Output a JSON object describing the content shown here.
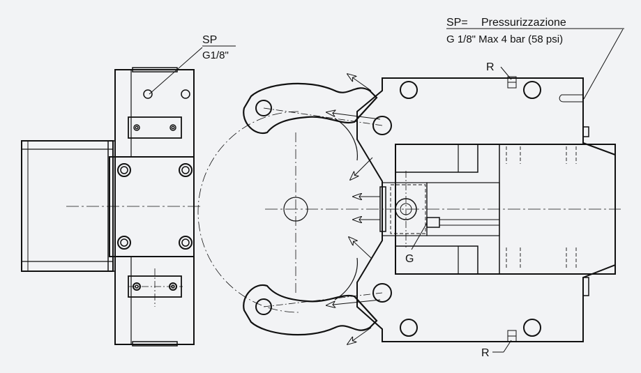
{
  "labels": {
    "sp_left": "SP",
    "thread_left": "G1/8\"",
    "sp_right_prefix": "SP=",
    "sp_right_title": "Pressurizzazione",
    "sp_right_spec": "G 1/8\" Max 4 bar (58 psi)",
    "r_top": "R",
    "r_bottom": "R",
    "g": "G"
  },
  "colors": {
    "background": "#f2f3f5",
    "line": "#111111"
  }
}
